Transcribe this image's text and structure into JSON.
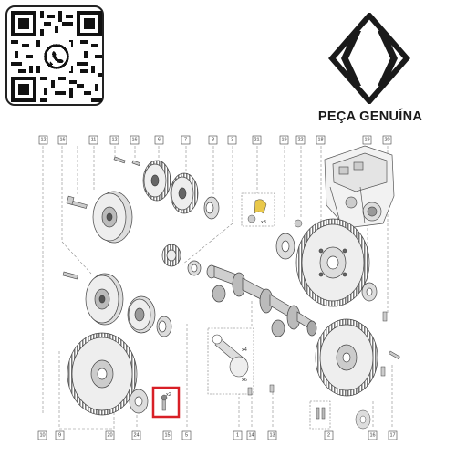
{
  "brand": {
    "caption": "PEÇA GENUÍNA",
    "logo_icon": "renault-diamond-logo",
    "qr_icon": "whatsapp-qr-code",
    "accent_color": "#d81f26"
  },
  "diagram": {
    "top_callouts": [
      "12",
      "16",
      "11",
      "12",
      "16",
      "6",
      "7",
      "8",
      "3",
      "21",
      "19",
      "22",
      "18",
      "19",
      "20"
    ],
    "bottom_callouts": [
      "10",
      "9",
      "20",
      "24",
      "15",
      "5",
      "1",
      "14",
      "13",
      "2",
      "16",
      "17"
    ],
    "inline_labels": {
      "x3": "x3",
      "x4": "x4",
      "x2": "x2",
      "x6": "x6"
    },
    "highlighted_callout": "15"
  }
}
